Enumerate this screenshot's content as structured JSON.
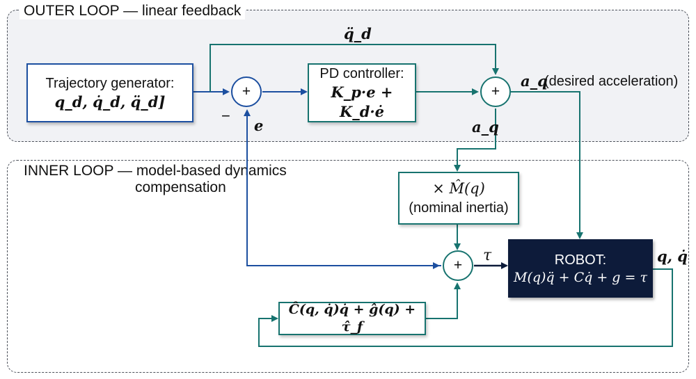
{
  "outer_loop": {
    "title": "OUTER LOOP — linear feedback"
  },
  "inner_loop": {
    "title_line1": "INNER LOOP — model-based dynamics",
    "title_line2": "compensation"
  },
  "blocks": {
    "trajectory": {
      "title": "Trajectory generator:",
      "formula": "q_d, q̇_d, q̈_d]"
    },
    "pd": {
      "title": "PD controller:",
      "formula": "K_p·e + K_d·ė"
    },
    "inertia": {
      "formula": "× M̂(q)",
      "subtitle": "(nominal inertia)"
    },
    "compensation": {
      "formula": "Ĉ(q, q̇)q̇ + ĝ(q) + τ̂_f"
    },
    "robot": {
      "title": "ROBOT:",
      "formula": "M(q)q̈ + Cq̇ + g = τ"
    }
  },
  "summing_junctions": {
    "sign": "+",
    "minus_sign": "−"
  },
  "signals": {
    "qdd_d": "q̈_d",
    "a_q": "a_q",
    "a_q_note": "(desired acceleration)",
    "e": "e",
    "tau": "τ",
    "q_out": "q, q̇"
  },
  "colors": {
    "blue": "#1c4fa0",
    "teal": "#17736f",
    "robot": "#0d1b3a",
    "loop_fill": "#f1f2f5"
  }
}
